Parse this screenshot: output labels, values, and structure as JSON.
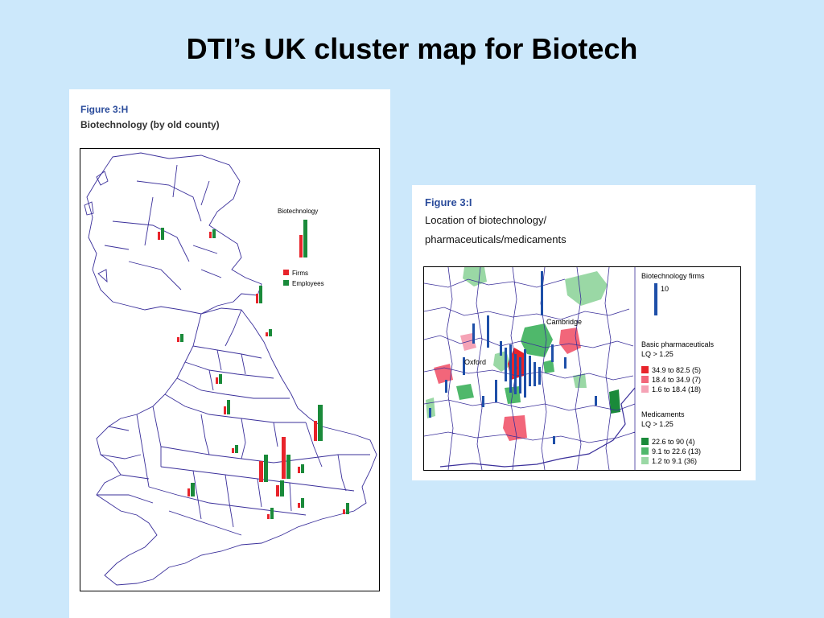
{
  "slide": {
    "title": "DTI’s UK cluster map for Biotech"
  },
  "figure_h": {
    "label": "Figure 3:H",
    "subtitle": "Biotechnology (by old county)",
    "legend": {
      "title": "Biotechnology",
      "firms": "Firms",
      "employees": "Employees"
    },
    "colors": {
      "firms": "#e8242b",
      "employees": "#1a8a3a",
      "border": "#3a2f9a"
    }
  },
  "figure_i": {
    "label": "Figure 3:I",
    "subtitle_line1": "Location of biotechnology/",
    "subtitle_line2": "pharmaceuticals/medicaments",
    "places": {
      "cambridge": "Cambridge",
      "oxford": "Oxford"
    },
    "legend": {
      "biotech_title": "Biotechnology firms",
      "biotech_scale": "10",
      "pharma_title": "Basic pharmaceuticals",
      "pharma_lq": "LQ > 1.25",
      "pharma_ranges": [
        "34.9 to 82.5 (5)",
        "18.4 to 34.9 (7)",
        "1.6 to 18.4 (18)"
      ],
      "med_title": "Medicaments",
      "med_lq": "LQ > 1.25",
      "med_ranges": [
        "22.6 to 90     (4)",
        "9.1 to 22.6 (13)",
        "1.2 to 9.1  (36)"
      ]
    },
    "colors": {
      "pharma": [
        "#e8242b",
        "#f2667a",
        "#f5a3b6"
      ],
      "med": [
        "#1a8a3a",
        "#4fb86b",
        "#9ad8a5"
      ],
      "biotech_bar": "#1e4fa8"
    }
  }
}
